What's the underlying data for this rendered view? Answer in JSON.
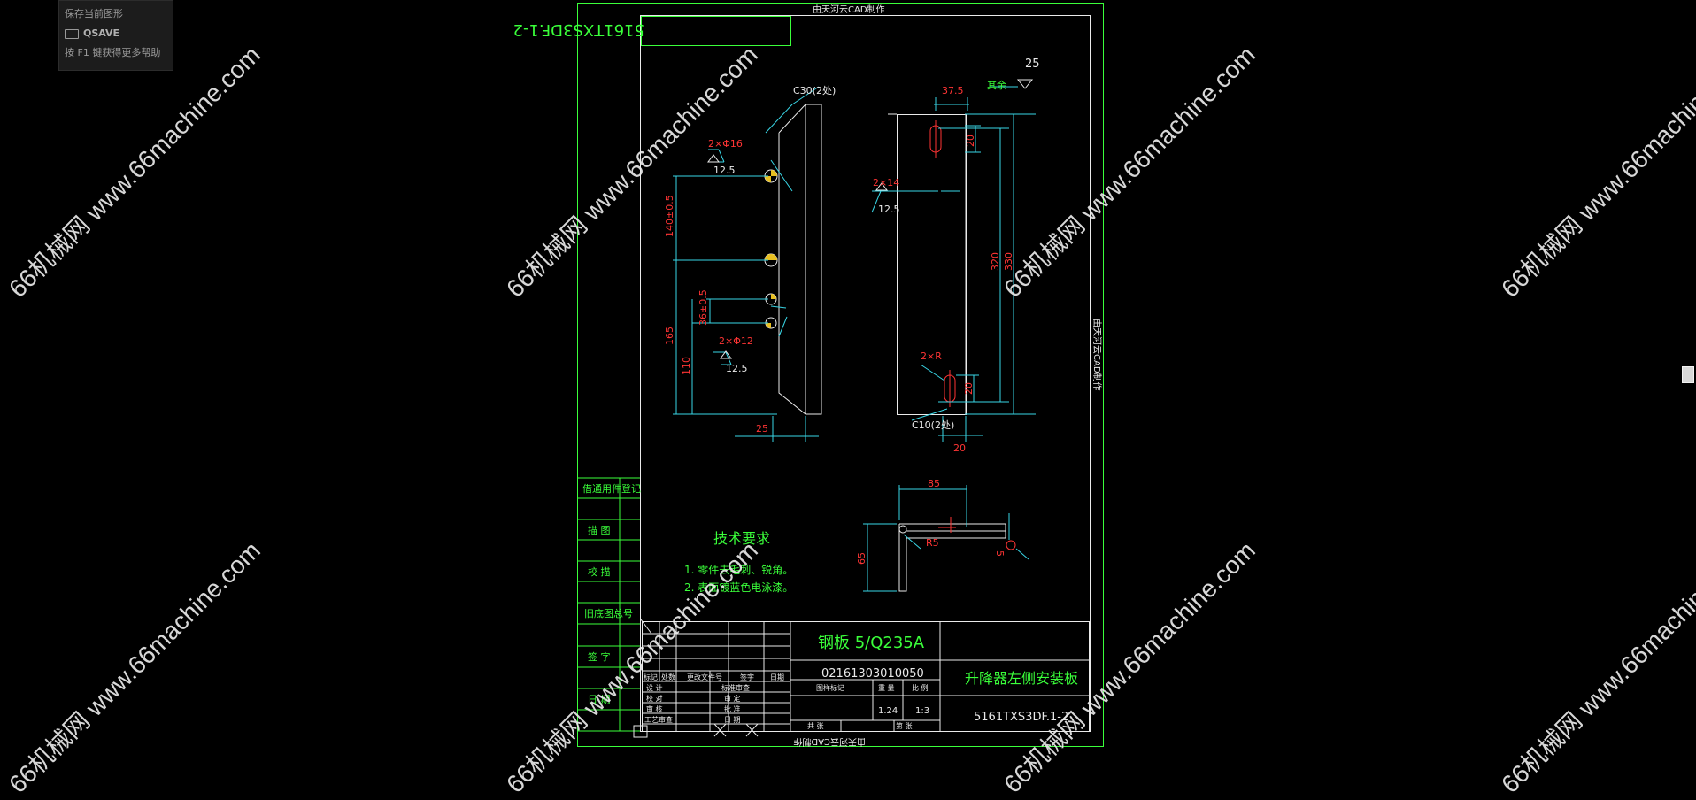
{
  "tooltip": {
    "title": "保存当前图形",
    "command": "QSAVE",
    "hint": "按 F1 键获得更多帮助"
  },
  "watermark": "66机械网 www.66machine.com",
  "frame": {
    "top_note": "由天河云CAD制作",
    "side_note": "由天河云CAD制作",
    "bottom_note": "由天河云CAD制作",
    "stamp": "5161TXS3DF.1-2"
  },
  "side_labels": [
    "借通用件登记",
    "描 图",
    "校 描",
    "旧底图总号",
    "签 字",
    "日 期"
  ],
  "dims": {
    "c30": "C30(2处)",
    "hole16": "2×Φ16",
    "r125a": "12.5",
    "d140": "140±0.5",
    "d36": "36±0.5",
    "d165": "165",
    "d110": "110",
    "hole12": "2×Φ12",
    "r125b": "12.5",
    "d25": "25",
    "d375": "37.5",
    "rest": "其余",
    "rough25": "25",
    "d20a": "20",
    "slot14": "2×14",
    "r125c": "12.5",
    "d330": "330",
    "d320": "320",
    "slotR": "2×R",
    "d20b": "20",
    "c10": "C10(2处)",
    "d20c": "20",
    "d85": "85",
    "d65": "65",
    "r5": "R5",
    "d5": "5"
  },
  "tech": {
    "title": "技术要求",
    "line1": "1. 零件去毛刺、锐角。",
    "line2": "2. 表面镀蓝色电泳漆。"
  },
  "title_block": {
    "material": "钢板 5/Q235A",
    "drawing_no": "02161303010050",
    "part_name": "升降器左侧安装板",
    "code": "5161TXS3DF.1-2",
    "weight": "1.24",
    "scale": "1:3",
    "headers": [
      "标记",
      "处数",
      "更改文件号",
      "签字",
      "日期"
    ],
    "roles": [
      "设 计",
      "校 对",
      "审 核",
      "工艺审查"
    ],
    "roles2": [
      "标准审查",
      "审 定",
      "批 准",
      "日 期"
    ],
    "stage_label": "图样标记",
    "weight_label": "重 量",
    "scale_label": "比 例",
    "sheet_total": "共 张",
    "sheet_no": "第 张"
  }
}
